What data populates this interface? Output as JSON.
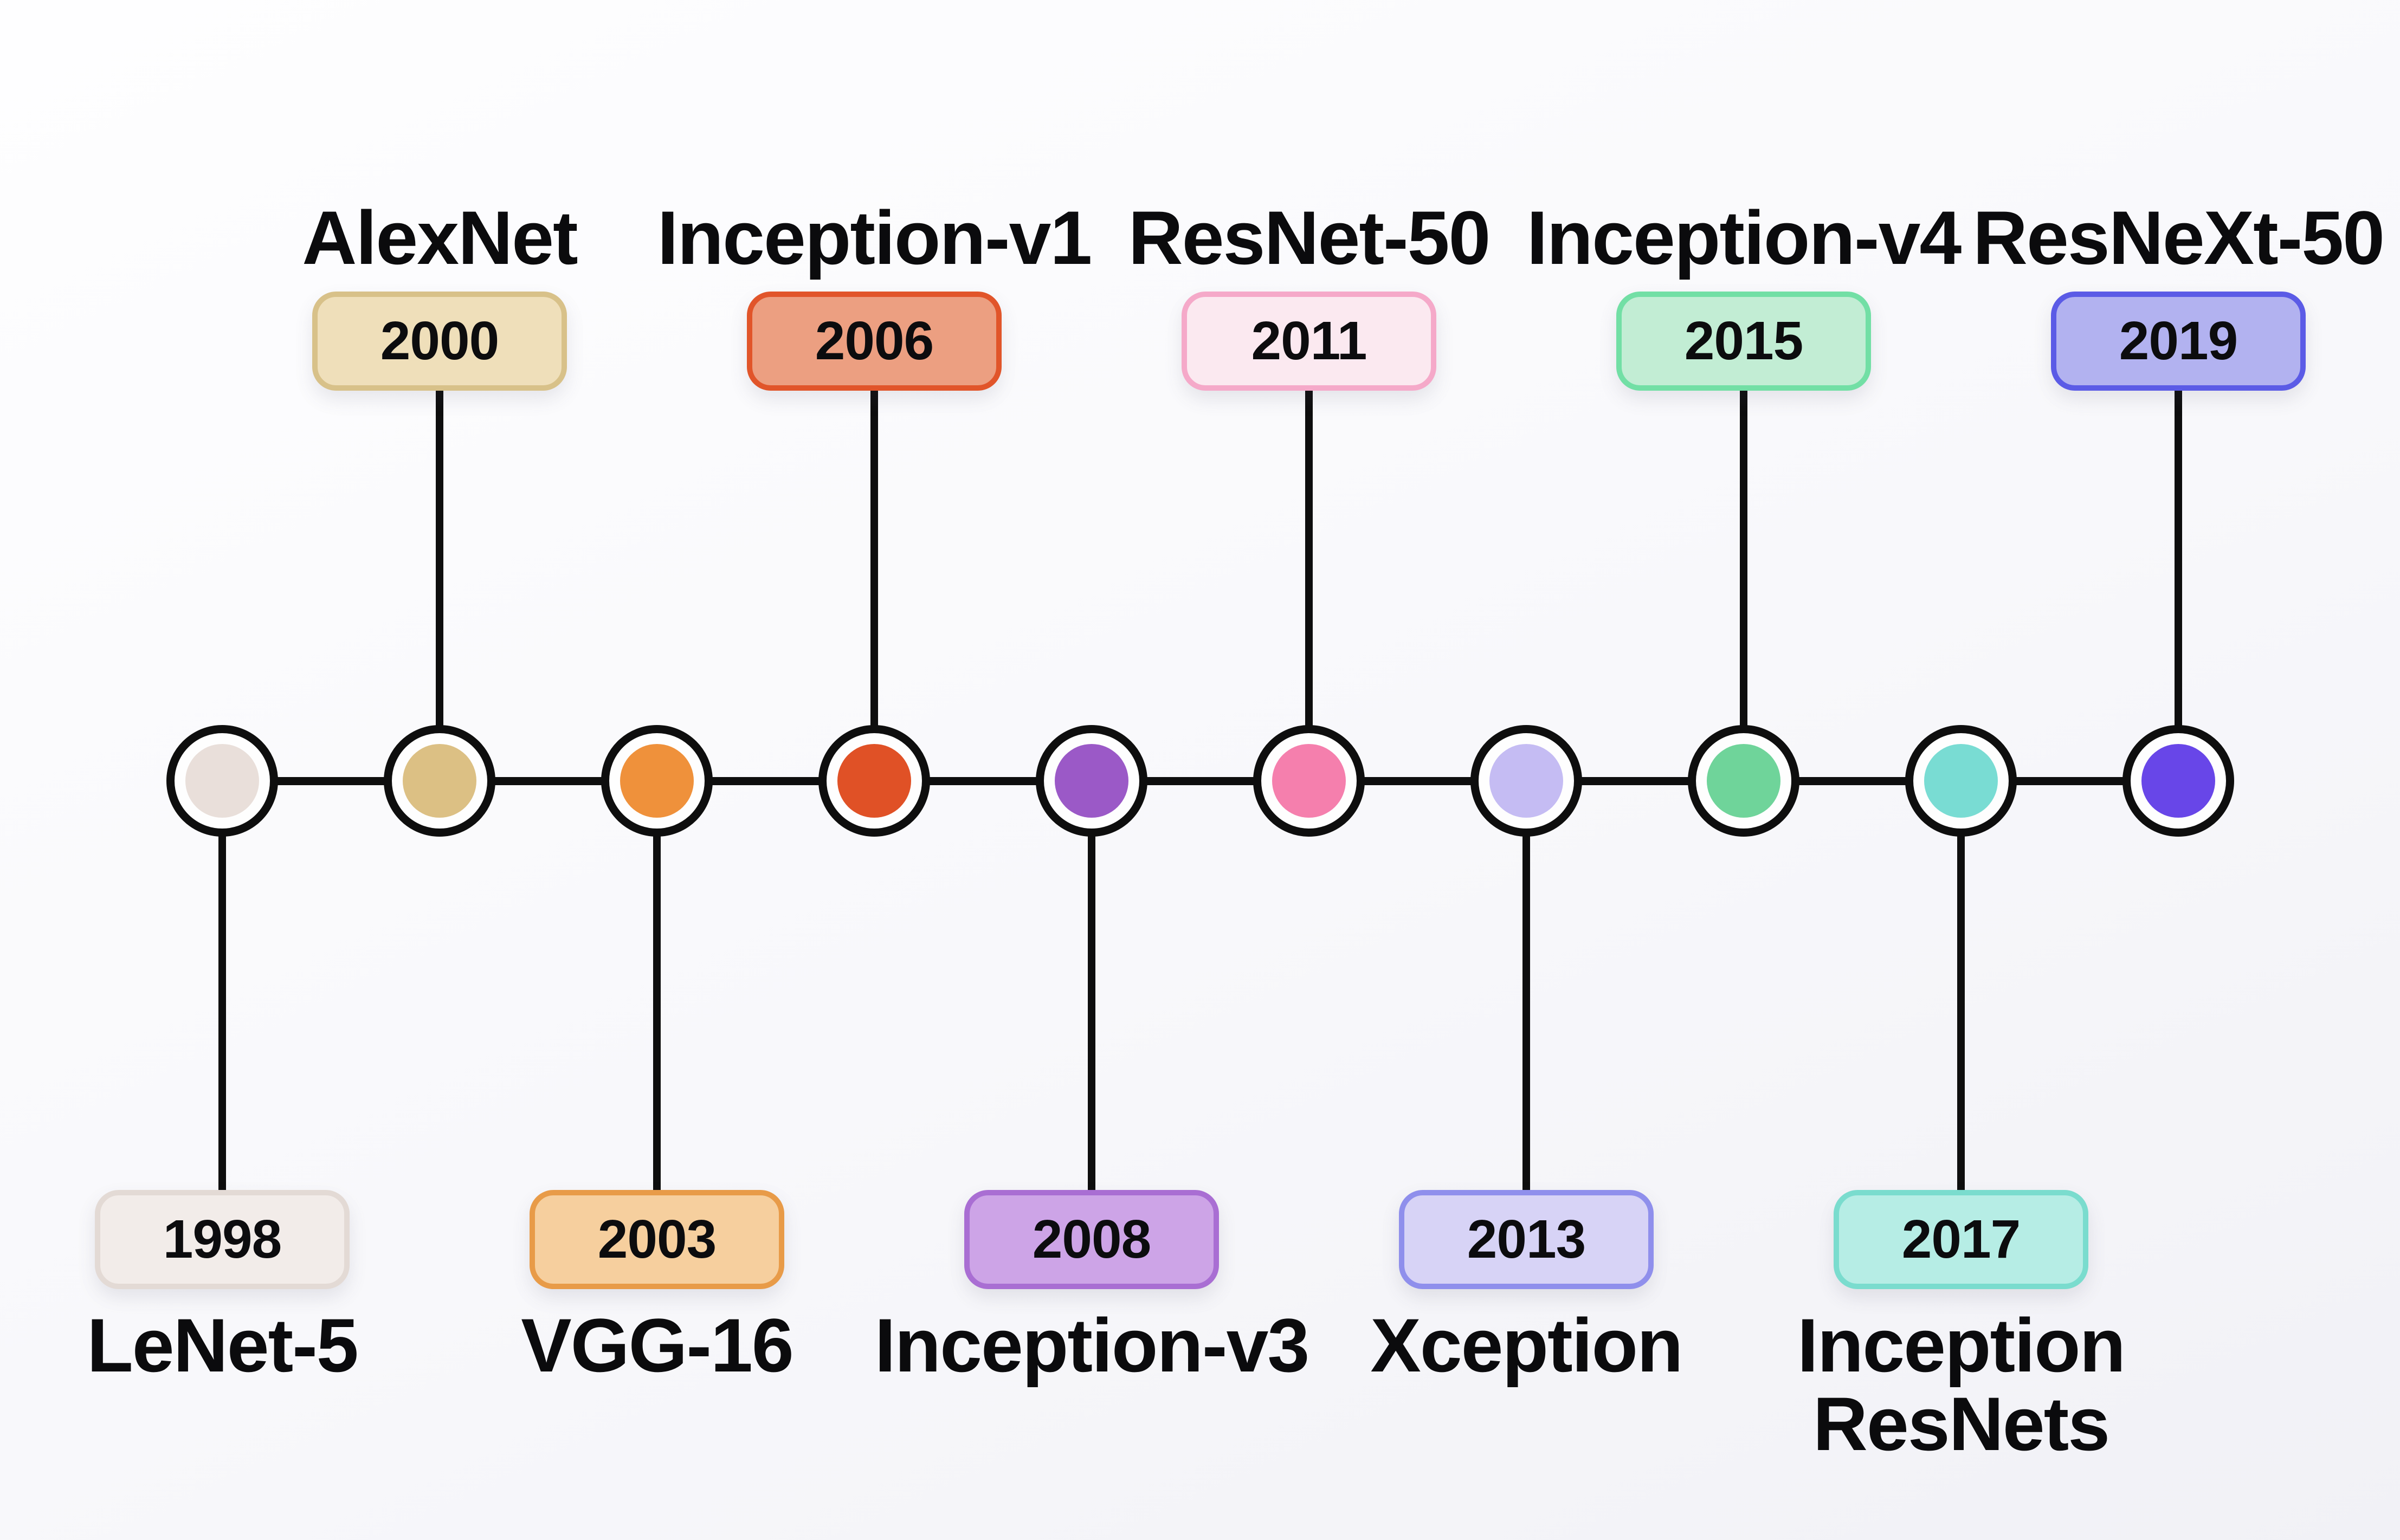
{
  "timeline": {
    "axis_color": "#0E0E0E",
    "background_top": "#FEFEFF",
    "background_bottom": "#F1F1F6",
    "items": [
      {
        "name": "LeNet-5",
        "year": "1998",
        "side": "bottom",
        "badge_fill": "#F2ECE9",
        "badge_border": "#E3DAD5",
        "dot": "#E9DFDA"
      },
      {
        "name": "AlexNet",
        "year": "2000",
        "side": "top",
        "badge_fill": "#EFDFBA",
        "badge_border": "#D8C189",
        "dot": "#DCC084"
      },
      {
        "name": "VGG-16",
        "year": "2003",
        "side": "bottom",
        "badge_fill": "#F6CF9E",
        "badge_border": "#E89B48",
        "dot": "#EF913B"
      },
      {
        "name": "Inception-v1",
        "year": "2006",
        "side": "top",
        "badge_fill": "#EC9F81",
        "badge_border": "#E1552A",
        "dot": "#E05126"
      },
      {
        "name": "Inception-v3",
        "year": "2008",
        "side": "bottom",
        "badge_fill": "#CDA4E7",
        "badge_border": "#A96ED3",
        "dot": "#9B59C7"
      },
      {
        "name": "ResNet-50",
        "year": "2011",
        "side": "top",
        "badge_fill": "#FBE9F0",
        "badge_border": "#F5A9C9",
        "dot": "#F57FAD"
      },
      {
        "name": "Xception",
        "year": "2013",
        "side": "bottom",
        "badge_fill": "#D7D3F6",
        "badge_border": "#8F8FEC",
        "dot": "#C5BCF3"
      },
      {
        "name": "Inception-v4",
        "year": "2015",
        "side": "top",
        "badge_fill": "#C2EDD4",
        "badge_border": "#72DFA5",
        "dot": "#6FD49A"
      },
      {
        "name": "Inception ResNets",
        "year": "2017",
        "side": "bottom",
        "badge_fill": "#B6EDE5",
        "badge_border": "#7ADCCE",
        "dot": "#79DCD3"
      },
      {
        "name": "ResNeXt-50",
        "year": "2019",
        "side": "top",
        "badge_fill": "#B2B2F0",
        "badge_border": "#5B5BE6",
        "dot": "#6846E8"
      }
    ]
  }
}
